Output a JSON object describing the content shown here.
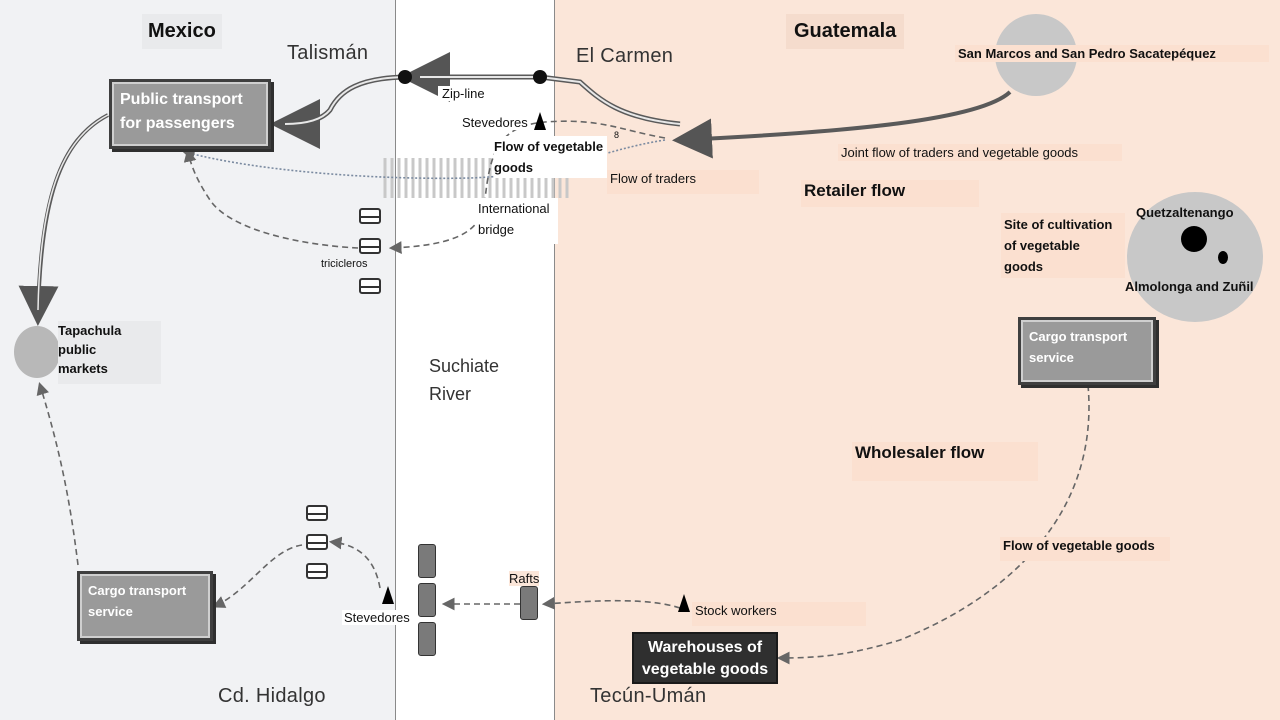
{
  "regions": {
    "mexico": "Mexico",
    "guatemala": "Guatemala",
    "river": "Suchiate\nRiver"
  },
  "places": {
    "talisman": "Talismán",
    "el_carmen": "El Carmen",
    "cd_hidalgo": "Cd. Hidalgo",
    "tecun_uman": "Tecún-Umán",
    "san_marcos": "San Marcos and San Pedro Sacatepéquez",
    "quetzaltenango": "Quetzaltenango",
    "almolonga": "Almolonga and Zuñil",
    "tapachula": "Tapachula\npublic\nmarkets",
    "site_cultivation": "Site of cultivation\nof vegetable\ngoods"
  },
  "boxes": {
    "public_transport": "Public transport\nfor passengers",
    "cargo_gt": "Cargo transport\nservice",
    "cargo_mx": "Cargo transport\nservice",
    "warehouses": "Warehouses of\nvegetable goods"
  },
  "labels": {
    "zip_line": "Zip-line",
    "stevedores_top": "Stevedores",
    "flow_vegetable_top": "Flow of vegetable\ngoods",
    "international_bridge": "International\nbridge",
    "tricicleros": "tricicleros",
    "joint_flow": "Joint flow of traders and vegetable goods",
    "flow_traders": "Flow of traders",
    "retailer_flow": "Retailer flow",
    "wholesaler_flow": "Wholesaler  flow",
    "flow_vegetable_bottom": "Flow of vegetable goods",
    "rafts": "Rafts",
    "stevedores_bottom": "Stevedores",
    "stock_workers": "Stock workers",
    "small_mark": "8"
  },
  "colors": {
    "mexico_bg": "#f1f2f4",
    "guatemala_bg": "#fbe6d9",
    "river_bg": "#ffffff",
    "box_gray": "#9a9a9a",
    "box_dark": "#2f2f2f"
  }
}
